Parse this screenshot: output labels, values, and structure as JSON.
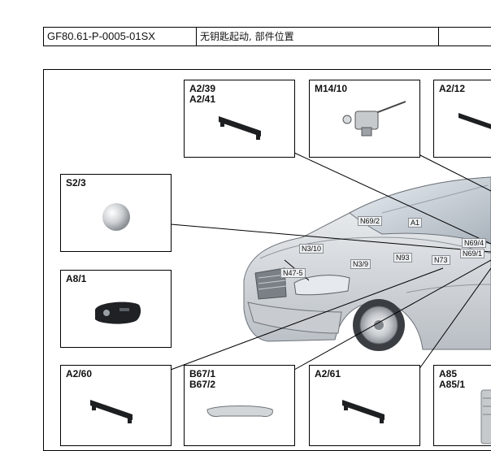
{
  "header": {
    "doc_id": "GF80.61-P-0005-01SX",
    "title": "无钥匙起动, 部件位置"
  },
  "components": {
    "a2_39": {
      "line1": "A2/39",
      "line2": "A2/41"
    },
    "m14_10": {
      "line1": "M14/10"
    },
    "a2_12": {
      "line1": "A2/12"
    },
    "s2_3": {
      "line1": "S2/3"
    },
    "a8_1": {
      "line1": "A8/1"
    },
    "a2_60": {
      "line1": "A2/60"
    },
    "b67_1": {
      "line1": "B67/1",
      "line2": "B67/2"
    },
    "a2_61": {
      "line1": "A2/61"
    },
    "a85": {
      "line1": "A85",
      "line2": "A85/1"
    }
  },
  "callouts": {
    "n69_2": "N69/2",
    "a1": "A1",
    "n69_4": "N69/4",
    "n69_1": "N69/1",
    "n3_10": "N3/10",
    "n93": "N93",
    "n73": "N73",
    "n3_9": "N3/9",
    "n47_5": "N47-5"
  }
}
